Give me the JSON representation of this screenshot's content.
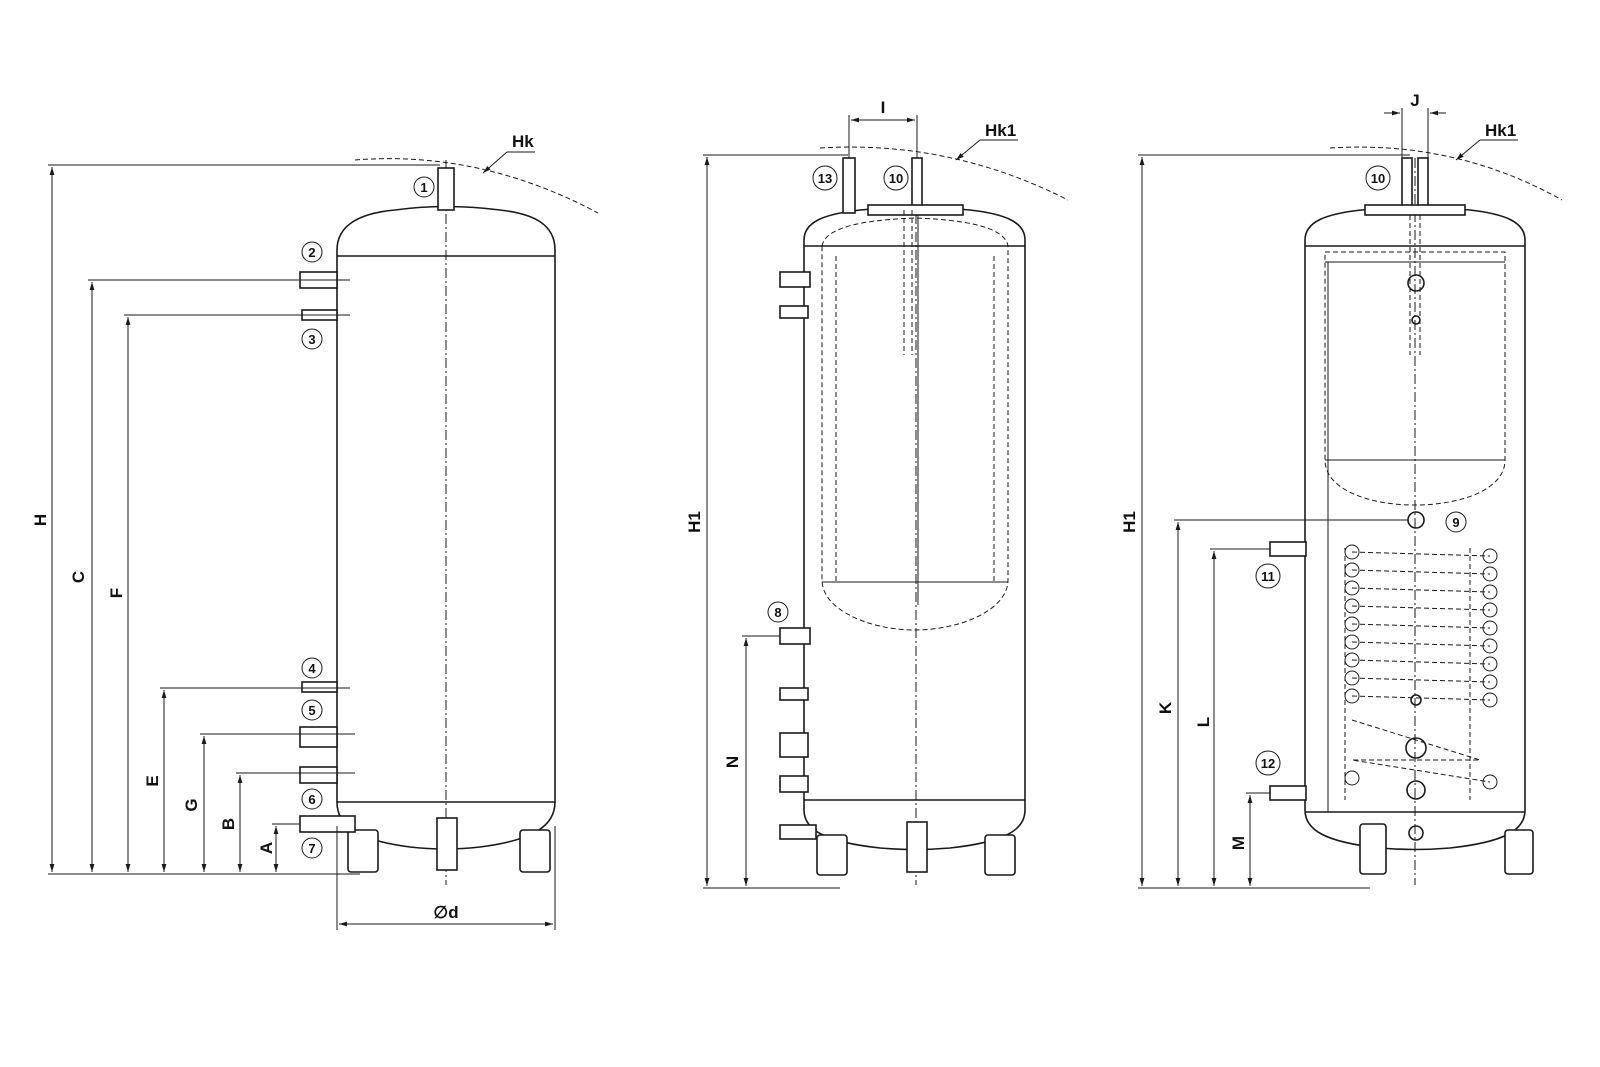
{
  "view_left": {
    "dimensions": {
      "H": "H",
      "C": "C",
      "F": "F",
      "E": "E",
      "G": "G",
      "B": "B",
      "A": "A",
      "diameter": "∅d",
      "hk": "Hk"
    },
    "connections": [
      "1",
      "2",
      "3",
      "4",
      "5",
      "6",
      "7"
    ]
  },
  "view_middle": {
    "dimensions": {
      "H1": "H1",
      "I": "I",
      "N": "N",
      "hk1": "Hk1"
    },
    "connections": [
      "13",
      "10",
      "8"
    ]
  },
  "view_right": {
    "dimensions": {
      "H1": "H1",
      "J": "J",
      "K": "K",
      "L": "L",
      "M": "M",
      "hk1": "Hk1"
    },
    "connections": [
      "10",
      "9",
      "11",
      "12"
    ]
  }
}
